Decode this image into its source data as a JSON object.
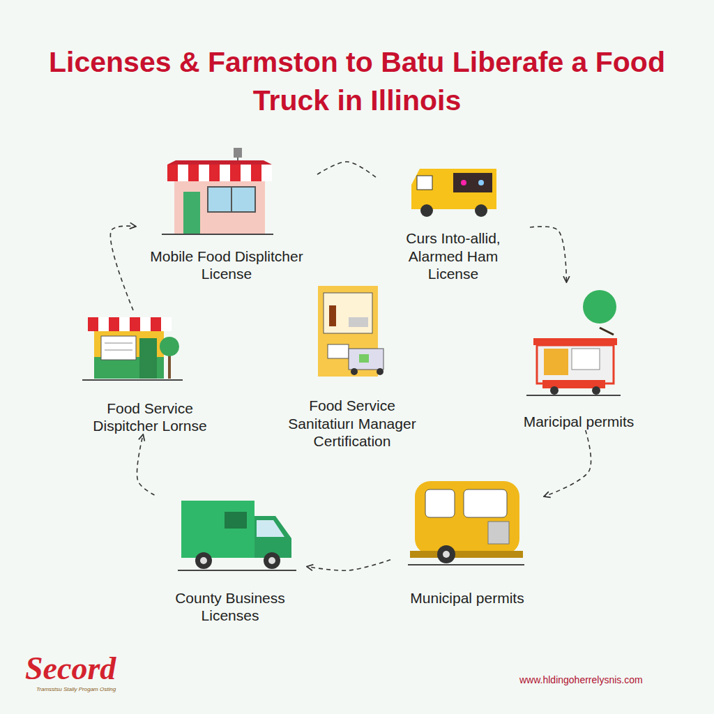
{
  "diagram": {
    "title": "Licenses & Farmston to Batu Liberafe a Food Truck in Illinois",
    "nodes": [
      {
        "text": [
          "Mobile Food Displitcher License"
        ]
      },
      {
        "text": [
          "Curs Into-allid, Alarmed Ham License"
        ]
      },
      {
        "text": [
          "Food Service Dispitcher Lornse"
        ]
      },
      {
        "text": [
          "Food Service Sanitatiurı Manager Certification"
        ]
      },
      {
        "text": [
          "Maricipal permits"
        ]
      },
      {
        "text": [
          "County Business Licenses"
        ]
      },
      {
        "text": [
          "Municipal permits"
        ]
      }
    ],
    "edges": [
      {
        "from": 0,
        "to": 1,
        "arrow": "none"
      },
      {
        "from": 1,
        "to": 4,
        "arrow": "to"
      },
      {
        "from": 4,
        "to": 6,
        "arrow": "to"
      },
      {
        "from": 6,
        "to": 5,
        "arrow": "to"
      },
      {
        "from": 5,
        "to": 2,
        "arrow": "to"
      },
      {
        "from": 2,
        "to": 0,
        "arrow": "to"
      }
    ],
    "labels": [
      "Secord",
      "Tramsstsu Stally Progam Osting",
      "www.hldingoherrelysnis.com"
    ]
  }
}
